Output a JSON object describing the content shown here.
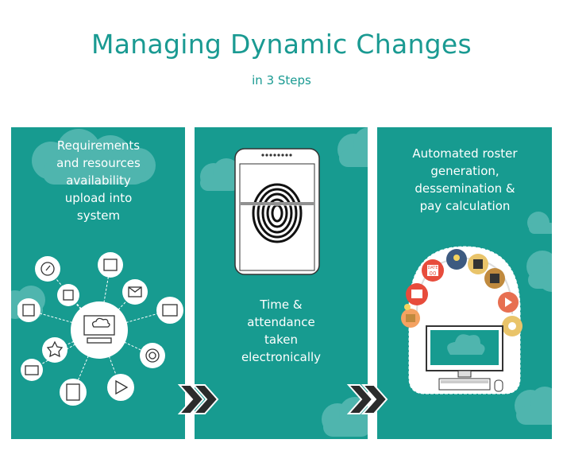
{
  "header": {
    "title": "Managing Dynamic Changes",
    "subtitle": "in 3 Steps"
  },
  "steps": [
    {
      "text": "Requirements\nand resources\navailability\nupload into\nsystem"
    },
    {
      "text": "Time &\nattendance\ntaken\nelectronically"
    },
    {
      "text": "Automated roster\ngeneration,\ndessemination  &\npay calculation"
    }
  ],
  "step3_calendar": {
    "month": "DATE",
    "day": "00"
  },
  "colors": {
    "accent": "#179b90",
    "cloud": "#4fb5ae",
    "title": "#1a9a92",
    "arrow": "#2b2b2b"
  },
  "icons": [
    "cloud-icon",
    "fingerprint-icon",
    "phone-icon",
    "computer-icon",
    "chevron-arrow-icon"
  ]
}
